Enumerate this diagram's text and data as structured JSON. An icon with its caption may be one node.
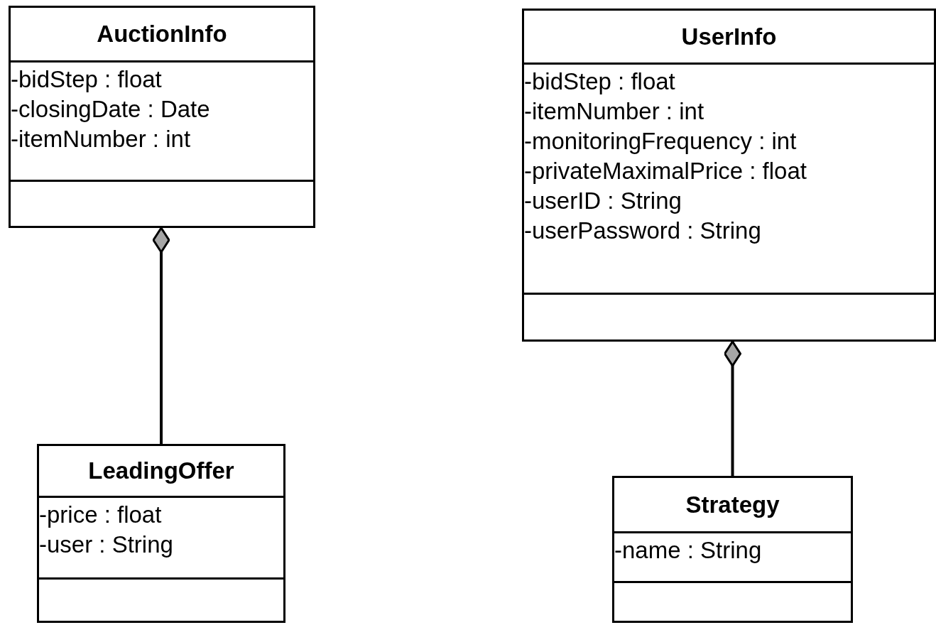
{
  "diagram": {
    "nodes": [
      {
        "text": [
          "AuctionInfo",
          "-bidStep : float",
          "-closingDate : Date",
          "-itemNumber : int"
        ]
      },
      {
        "text": [
          "LeadingOffer",
          "-price : float",
          "-user : String"
        ]
      },
      {
        "text": [
          "UserInfo",
          "-bidStep : float",
          "-itemNumber : int",
          "-monitoringFrequency : int",
          "-privateMaximalPrice : float",
          "-userID : String",
          "-userPassword : String"
        ]
      },
      {
        "text": [
          "Strategy",
          "-name : String"
        ]
      }
    ],
    "edges": [
      {
        "from": 1,
        "to": 0,
        "arrow": "other"
      },
      {
        "from": 3,
        "to": 2,
        "arrow": "other"
      }
    ]
  }
}
